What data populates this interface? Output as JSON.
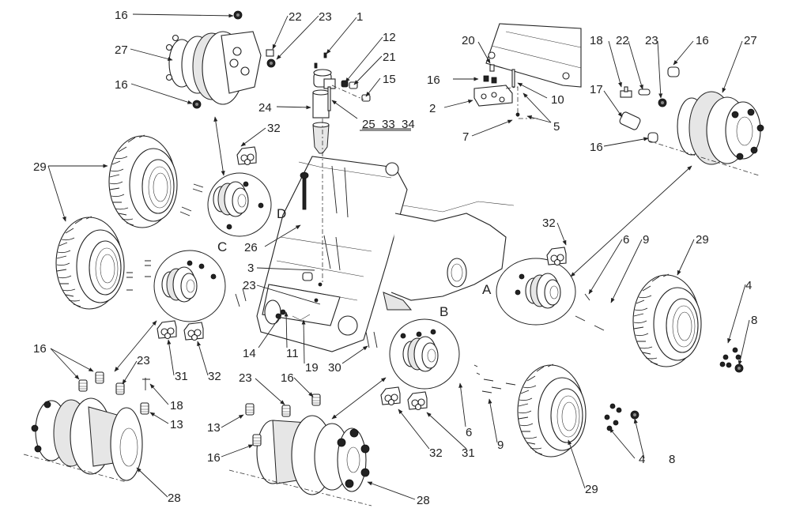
{
  "diagram": {
    "title": "Drive motor and wheel assembly exploded parts view",
    "callouts": [
      {
        "id": "c16a",
        "text": "16"
      },
      {
        "id": "c27a",
        "text": "27"
      },
      {
        "id": "c16b",
        "text": "16"
      },
      {
        "id": "c22a",
        "text": "22"
      },
      {
        "id": "c23a",
        "text": "23"
      },
      {
        "id": "c1",
        "text": "1"
      },
      {
        "id": "c12",
        "text": "12"
      },
      {
        "id": "c21",
        "text": "21"
      },
      {
        "id": "c15",
        "text": "15"
      },
      {
        "id": "c24",
        "text": "24"
      },
      {
        "id": "c25_33_34",
        "text": "25  33  34"
      },
      {
        "id": "c32a",
        "text": "32"
      },
      {
        "id": "c20",
        "text": "20"
      },
      {
        "id": "c16c",
        "text": "16"
      },
      {
        "id": "c2",
        "text": "2"
      },
      {
        "id": "c10",
        "text": "10"
      },
      {
        "id": "c5",
        "text": "5"
      },
      {
        "id": "c7",
        "text": "7"
      },
      {
        "id": "c18a",
        "text": "18"
      },
      {
        "id": "c22b",
        "text": "22"
      },
      {
        "id": "c23b",
        "text": "23"
      },
      {
        "id": "c16d",
        "text": "16"
      },
      {
        "id": "c27b",
        "text": "27"
      },
      {
        "id": "c17",
        "text": "17"
      },
      {
        "id": "c16e",
        "text": "16"
      },
      {
        "id": "c29a",
        "text": "29"
      },
      {
        "id": "cD",
        "text": "D"
      },
      {
        "id": "c26",
        "text": "26"
      },
      {
        "id": "cC",
        "text": "C"
      },
      {
        "id": "c3",
        "text": "3"
      },
      {
        "id": "c23c",
        "text": "23"
      },
      {
        "id": "c32b",
        "text": "32"
      },
      {
        "id": "c6a",
        "text": "6"
      },
      {
        "id": "c9a",
        "text": "9"
      },
      {
        "id": "c29b",
        "text": "29"
      },
      {
        "id": "cA",
        "text": "A"
      },
      {
        "id": "c4a",
        "text": "4"
      },
      {
        "id": "c8a",
        "text": "8"
      },
      {
        "id": "cB",
        "text": "B"
      },
      {
        "id": "c14",
        "text": "14"
      },
      {
        "id": "c11",
        "text": "11"
      },
      {
        "id": "c19",
        "text": "19"
      },
      {
        "id": "c30",
        "text": "30"
      },
      {
        "id": "c16f",
        "text": "16"
      },
      {
        "id": "c23d",
        "text": "23"
      },
      {
        "id": "c18b",
        "text": "18"
      },
      {
        "id": "c13a",
        "text": "13"
      },
      {
        "id": "c31a",
        "text": "31"
      },
      {
        "id": "c32c",
        "text": "32"
      },
      {
        "id": "c23e",
        "text": "23"
      },
      {
        "id": "c16g",
        "text": "16"
      },
      {
        "id": "c13b",
        "text": "13"
      },
      {
        "id": "c16h",
        "text": "16"
      },
      {
        "id": "c28a",
        "text": "28"
      },
      {
        "id": "c28b",
        "text": "28"
      },
      {
        "id": "c32d",
        "text": "32"
      },
      {
        "id": "c31b",
        "text": "31"
      },
      {
        "id": "c6b",
        "text": "6"
      },
      {
        "id": "c9b",
        "text": "9"
      },
      {
        "id": "c4b",
        "text": "4"
      },
      {
        "id": "c8b",
        "text": "8"
      },
      {
        "id": "c29c",
        "text": "29"
      }
    ]
  }
}
